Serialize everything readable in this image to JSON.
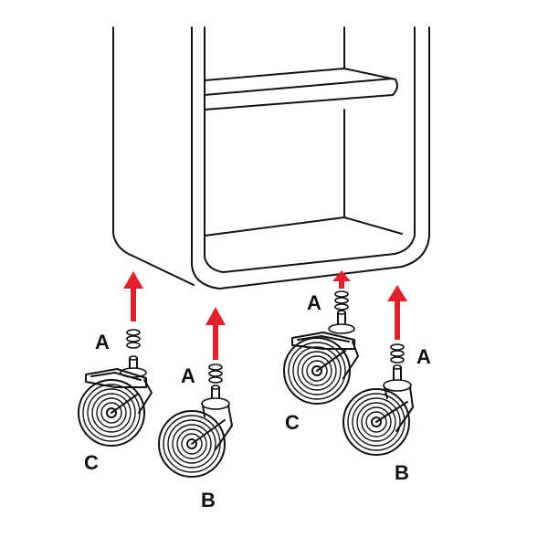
{
  "labels": {
    "washer": "A",
    "caster_plain": "B",
    "caster_brake": "C"
  },
  "colors": {
    "arrow": "#e0202a",
    "outline": "#111111",
    "background": "#ffffff"
  },
  "icons": {
    "arrow": "up-arrow-icon",
    "washer": "washer-stack-icon",
    "caster_plain": "swivel-caster-icon",
    "caster_brake": "locking-caster-icon"
  }
}
